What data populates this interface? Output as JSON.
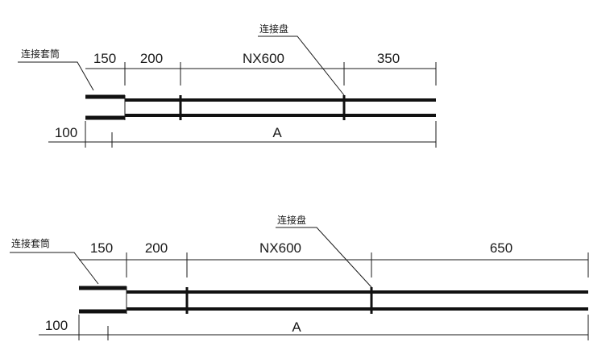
{
  "diagrams": [
    {
      "sleeve_label": "连接套筒",
      "disk_label": "连接盘",
      "seg_150": "150",
      "seg_200": "200",
      "seg_mid": "NX600",
      "seg_end": "350",
      "dim_100": "100",
      "dim_A": "A"
    },
    {
      "sleeve_label": "连接套筒",
      "disk_label": "连接盘",
      "seg_150": "150",
      "seg_200": "200",
      "seg_mid": "NX600",
      "seg_end": "650",
      "dim_100": "100",
      "dim_A": "A"
    }
  ]
}
